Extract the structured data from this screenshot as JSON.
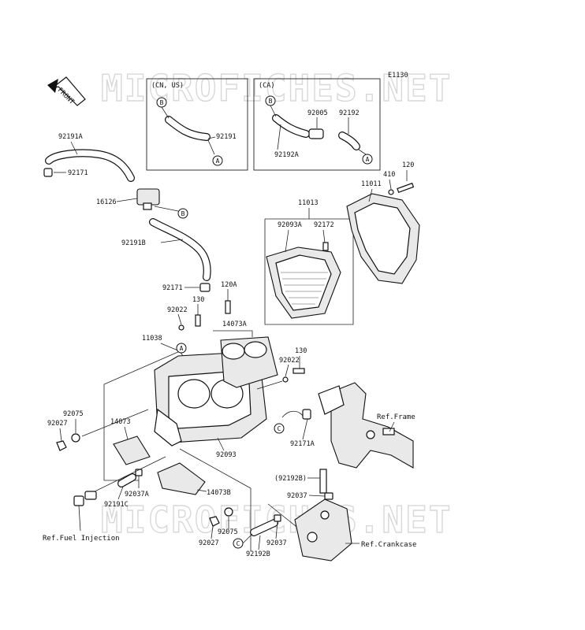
{
  "diagram_code": "E1130",
  "watermark": "MICROFICHES.NET",
  "front_label": "FRONT",
  "boxes": {
    "cn_us": "(CN, US)",
    "ca": "(CA)"
  },
  "callout_letters": {
    "a": "A",
    "b": "B",
    "c": "C"
  },
  "parts": {
    "p92191A": "92191A",
    "p92171_top": "92171",
    "p16126": "16126",
    "p92191B": "92191B",
    "p92171_mid": "92171",
    "p92022_left": "92022",
    "p130_left": "130",
    "p120A": "120A",
    "p11038": "11038",
    "p14073A": "14073A",
    "p92022_right": "92022",
    "p130_right": "130",
    "p92075_left": "92075",
    "p92027_left": "92027",
    "p14073": "14073",
    "p92093": "92093",
    "p92037A": "92037A",
    "p92191C": "92191C",
    "p14073B": "14073B",
    "p92075_bottom": "92075",
    "p92027_bottom": "92027",
    "p92037_bottom": "92037",
    "p92192B_bottom": "92192B",
    "p92192B_paren": "(92192B)",
    "p92037_mid": "92037",
    "p92171A": "92171A",
    "p11013": "11013",
    "p92093A": "92093A",
    "p92172": "92172",
    "p11011": "11011",
    "p410": "410",
    "p120": "120",
    "p92191_box": "92191",
    "p92005_box": "92005",
    "p92192_box": "92192",
    "p92192A_box": "92192A"
  },
  "refs": {
    "frame": "Ref.Frame",
    "fuel_injection": "Ref.Fuel Injection",
    "crankcase": "Ref.Crankcase"
  }
}
